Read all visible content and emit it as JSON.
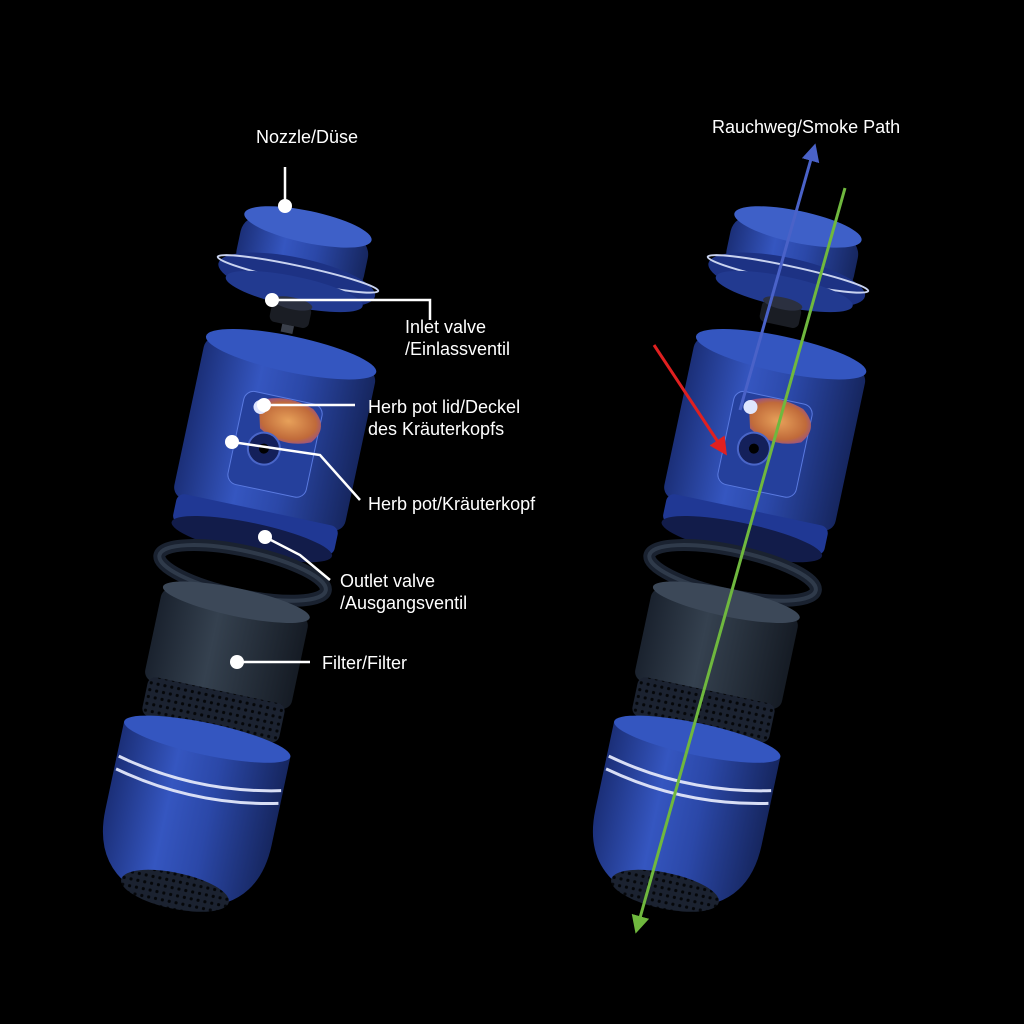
{
  "colors": {
    "background": "#000000",
    "body_blue": "#2a47a8",
    "filter_dark": "#2a3444",
    "label_text": "#ffffff",
    "leader_line": "#ffffff",
    "smoke_path": "#6fb83e",
    "air_inlet": "#e02020",
    "blue_arrow": "#4a62c8",
    "lid_orange": "#d98a4a"
  },
  "labels": {
    "nozzle": "Nozzle/Düse",
    "inlet_valve_1": "Inlet valve",
    "inlet_valve_2": "/Einlassventil",
    "herb_pot_lid_1": "Herb pot lid/Deckel",
    "herb_pot_lid_2": "des Kräuterkopfs",
    "herb_pot": "Herb pot/Kräuterkopf",
    "outlet_valve_1": "Outlet valve",
    "outlet_valve_2": "/Ausgangsventil",
    "filter": "Filter/Filter",
    "smoke_path": "Rauchweg/Smoke Path"
  },
  "icons": {
    "callout_marker": "white-dot-icon",
    "path_arrow": "arrow-icon"
  }
}
